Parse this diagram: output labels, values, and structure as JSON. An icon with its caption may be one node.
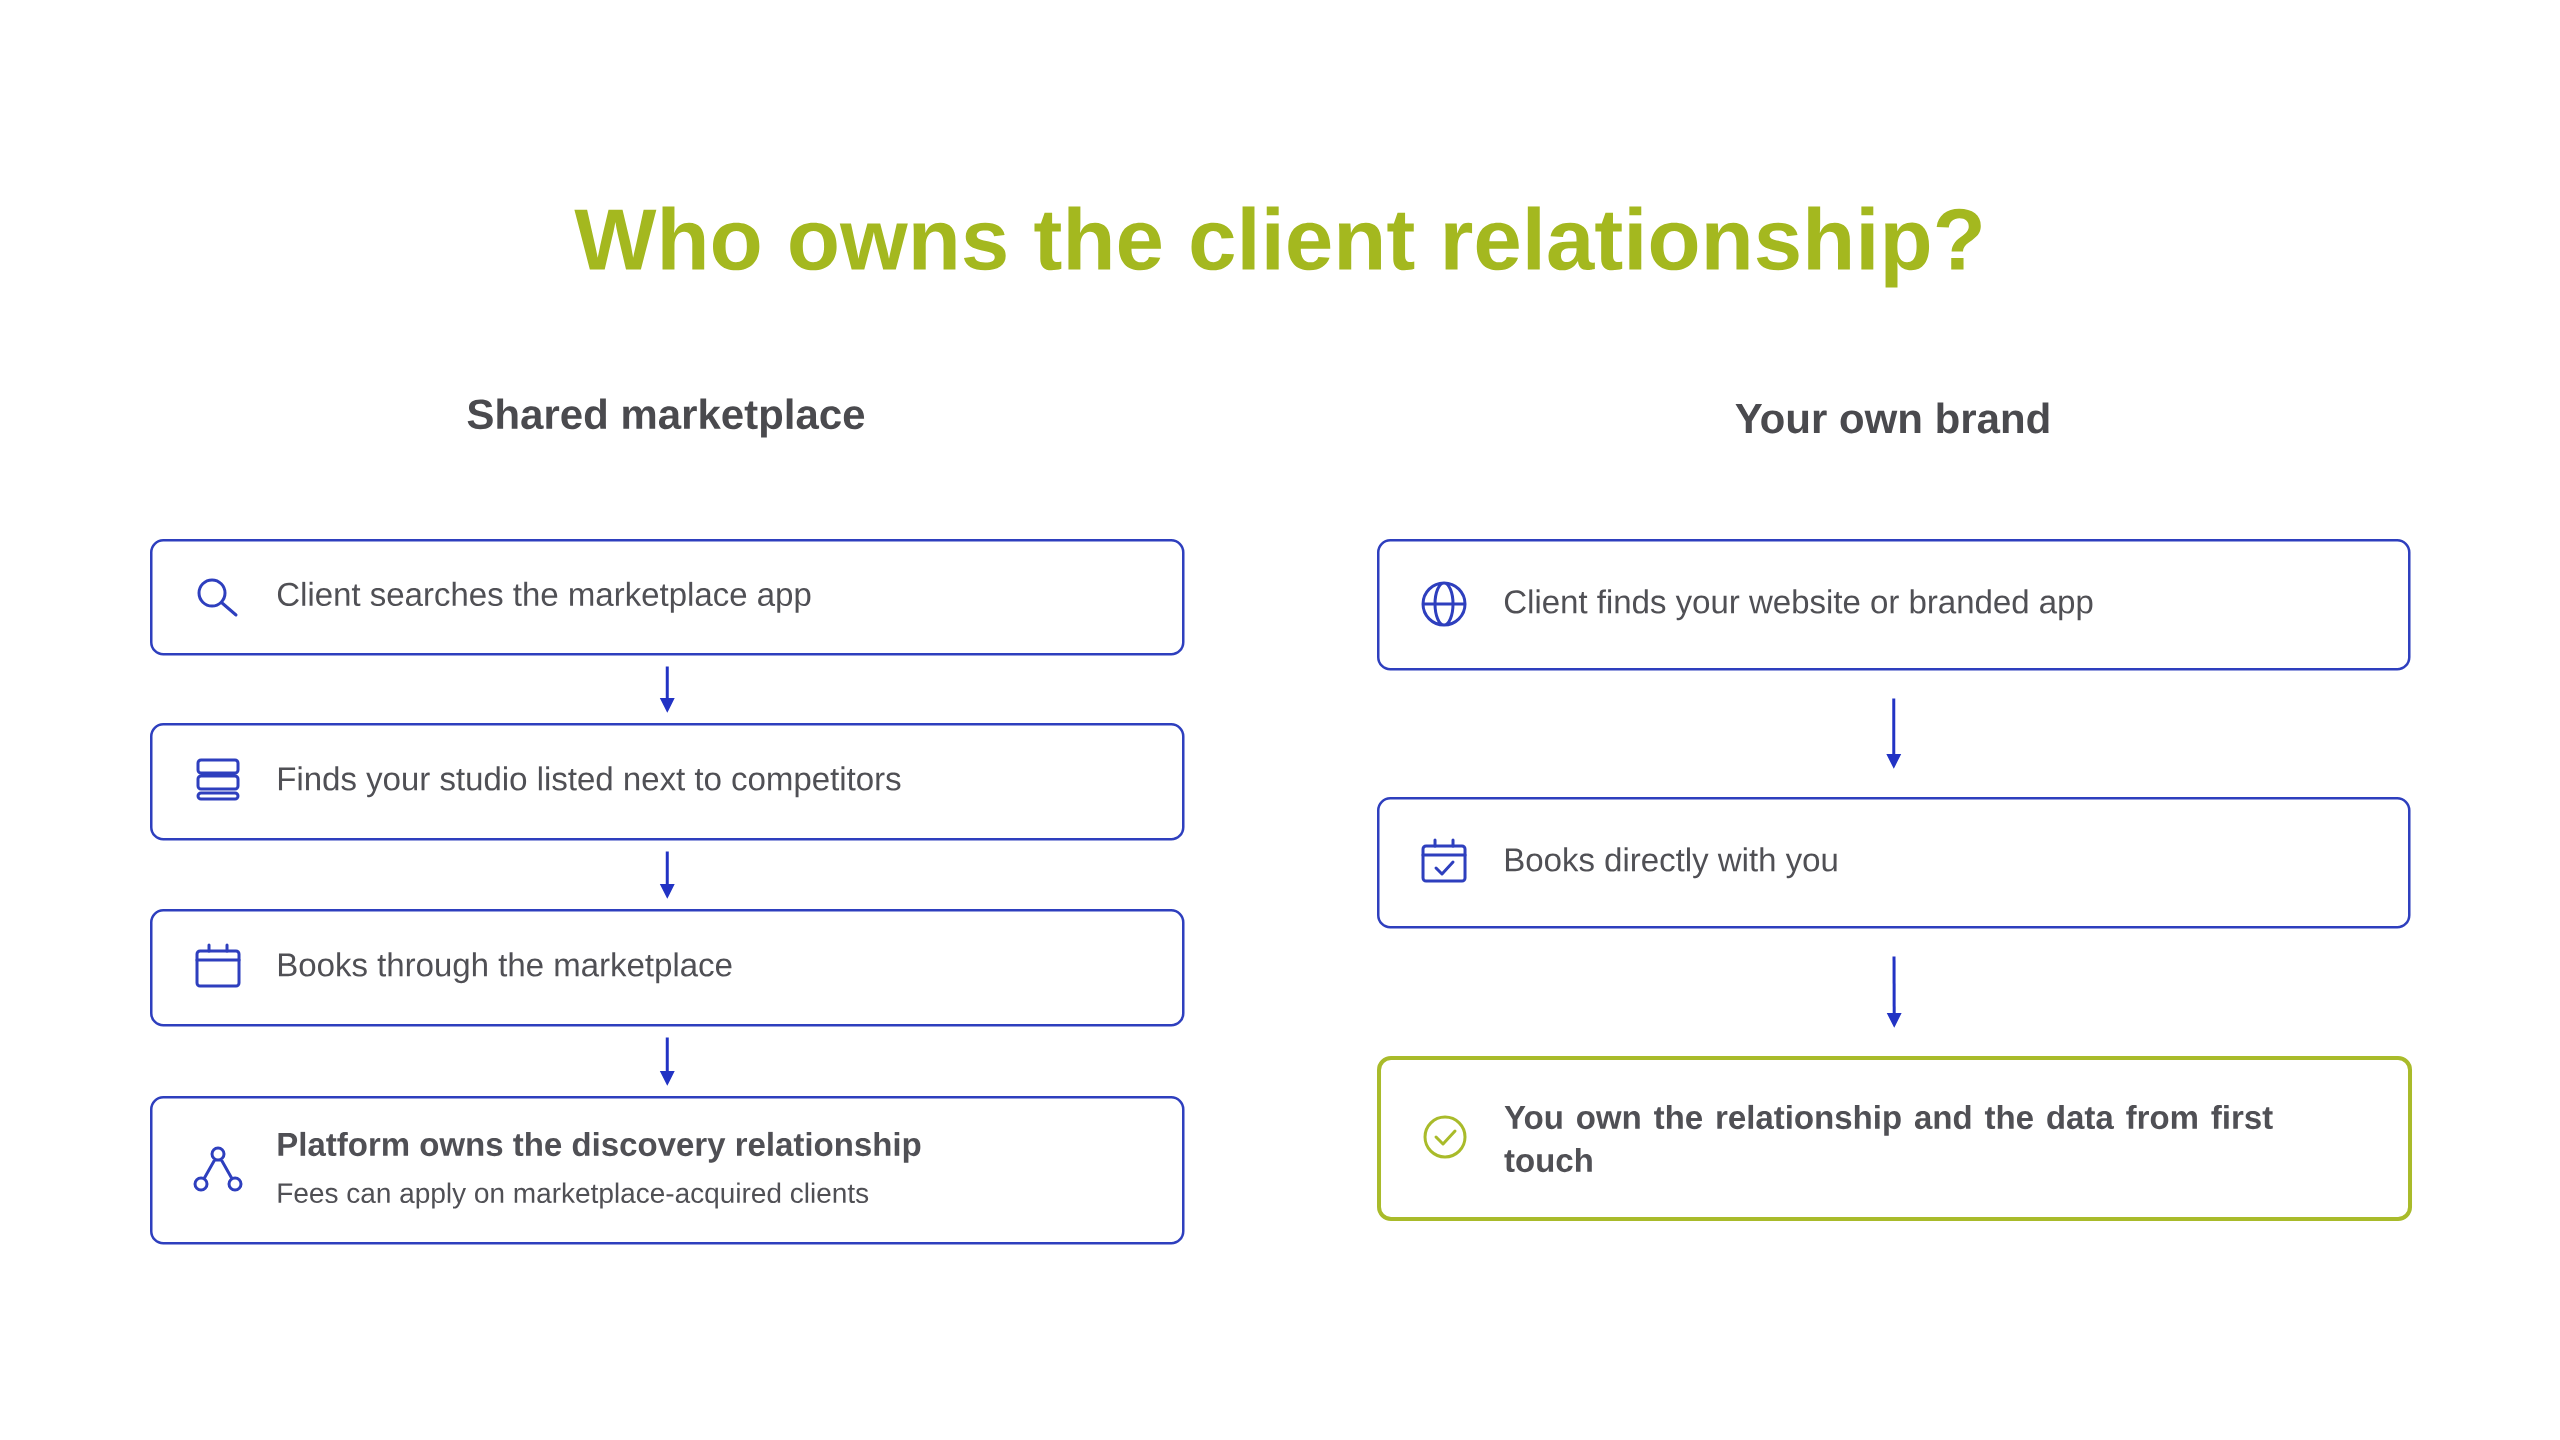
{
  "diagram": {
    "title": "Who owns the client relationship?",
    "nodes": [
      {
        "text": [
          "Client searches the marketplace app"
        ]
      },
      {
        "text": [
          "Finds your studio listed next to competitors"
        ]
      },
      {
        "text": [
          "Books through the marketplace"
        ]
      },
      {
        "text": [
          "Platform owns the discovery relationship",
          "Fees can apply on marketplace-acquired clients"
        ]
      },
      {
        "text": [
          "Client finds your website or branded app"
        ]
      },
      {
        "text": [
          "Books directly with you"
        ]
      },
      {
        "text": [
          "You own the relationship and the data from first touch"
        ]
      }
    ],
    "edges": [
      {
        "from": 0,
        "to": 1,
        "arrow": "to"
      },
      {
        "from": 1,
        "to": 2,
        "arrow": "to"
      },
      {
        "from": 2,
        "to": 3,
        "arrow": "to"
      },
      {
        "from": 4,
        "to": 5,
        "arrow": "to"
      },
      {
        "from": 5,
        "to": 6,
        "arrow": "to"
      }
    ],
    "labels": [
      "Shared marketplace",
      "Your own brand"
    ]
  }
}
